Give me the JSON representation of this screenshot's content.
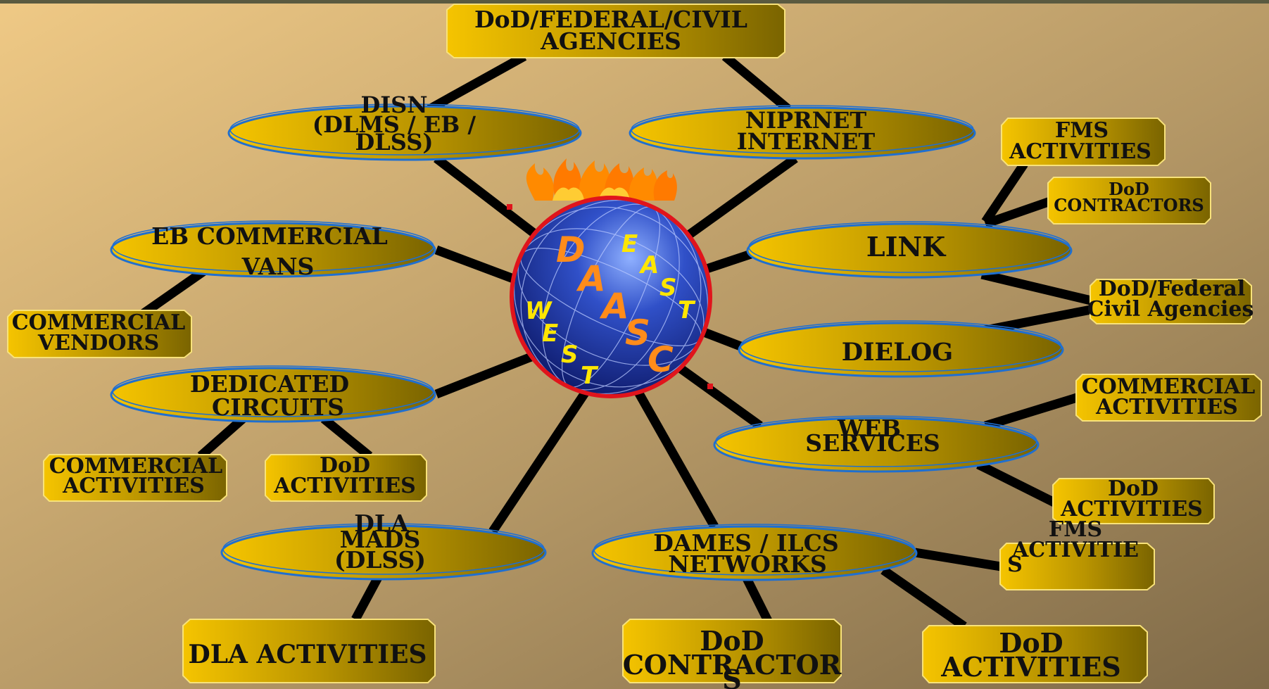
{
  "colors": {
    "background_light": "#efc985",
    "background_dark": "#7f6a48",
    "node_gold": "#f5c400",
    "node_dark": "#7a6400",
    "oval_border": "#1f6fd0",
    "link_line": "#000000",
    "globe_ring": "#e0141c",
    "flame": "#ff8a00",
    "east_letters": "#ffe600",
    "daasc_letters": "#ff8c1a"
  },
  "center": {
    "daasc_letters": [
      "D",
      "A",
      "A",
      "S",
      "C"
    ],
    "east_letters": [
      "E",
      "A",
      "S",
      "T"
    ],
    "west_letters": [
      "W",
      "E",
      "S",
      "T"
    ]
  },
  "networks": {
    "disn": [
      "DISN",
      "(DLMS / EB /",
      "DLSS)"
    ],
    "niprnet": [
      "NIPRNET",
      "INTERNET"
    ],
    "eb_vans": [
      "EB  COMMERCIAL",
      "VANS"
    ],
    "link": [
      "LINK"
    ],
    "dielog": [
      "DIELOG"
    ],
    "dedicated": [
      "DEDICATED",
      "CIRCUITS"
    ],
    "web": [
      "WEB",
      "SERVICES"
    ],
    "mads": [
      "DLA",
      "MADS",
      "(DLSS)"
    ],
    "dames": [
      "DAMES  /  ILCS",
      "NETWORKS"
    ]
  },
  "endpoints": {
    "top_agencies": [
      "DoD/FEDERAL/CIVIL",
      "AGENCIES"
    ],
    "fms_top": [
      "FMS",
      "ACTIVITIES"
    ],
    "dod_contractors_top": [
      "DoD",
      "CONTRACTORS"
    ],
    "dod_federal_civil": [
      "DoD/Federal",
      "Civil Agencies"
    ],
    "commercial_vendors": [
      "COMMERCIAL",
      "VENDORS"
    ],
    "commercial_activities_right": [
      "COMMERCIAL",
      "ACTIVITIES"
    ],
    "dod_activities_right": [
      "DoD",
      "ACTIVITIES"
    ],
    "fms_bottom": [
      "FMS",
      "ACTIVITIE",
      "S"
    ],
    "commercial_activities_left": [
      "COMMERCIAL",
      "ACTIVITIES"
    ],
    "dod_activities_left": [
      "DoD",
      "ACTIVITIES"
    ],
    "dla_activities": [
      "DLA  ACTIVITIES"
    ],
    "dod_contractors_bottom": [
      "DoD",
      "CONTRACTOR",
      "S"
    ],
    "dod_activities_bottom": [
      "DoD",
      "ACTIVITIES"
    ]
  }
}
